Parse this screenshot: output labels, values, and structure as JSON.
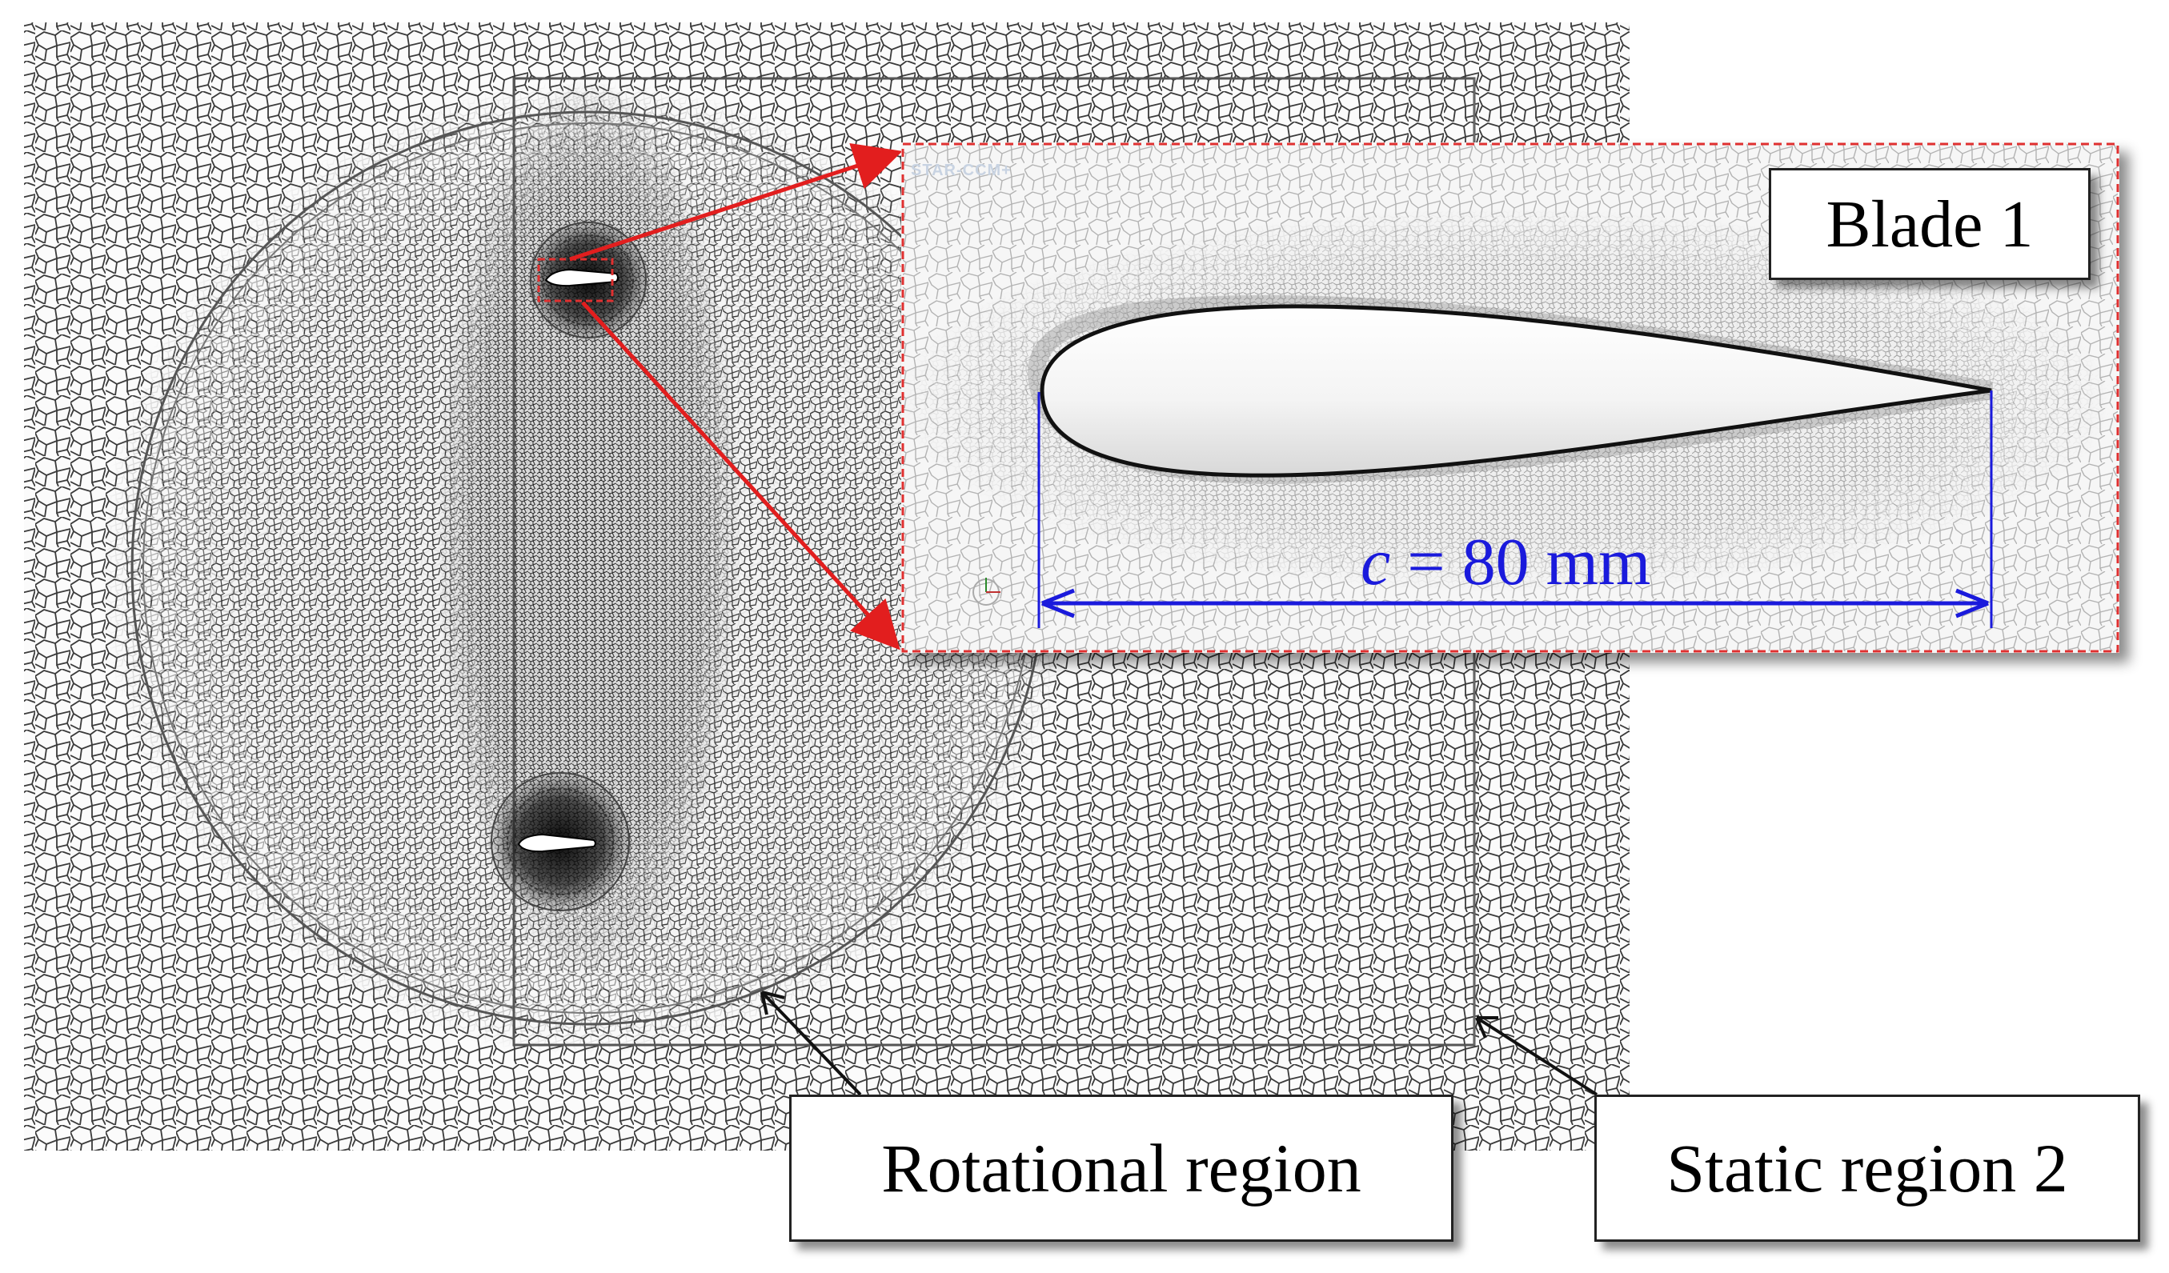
{
  "labels": {
    "blade": "Blade 1",
    "rotational": "Rotational region",
    "static": "Static region 2"
  },
  "chord": {
    "symbol": "c",
    "value": " = 80 mm"
  },
  "watermark": "STAR-CCM+",
  "colors": {
    "mesh_line": "#2a2a2a",
    "zoom_arrow": "#e21e1e",
    "zoom_frame": "#e03030",
    "dimension": "#1a1adc",
    "pointer_arrow": "#111111"
  },
  "icons": [
    "axis-triad-icon"
  ]
}
